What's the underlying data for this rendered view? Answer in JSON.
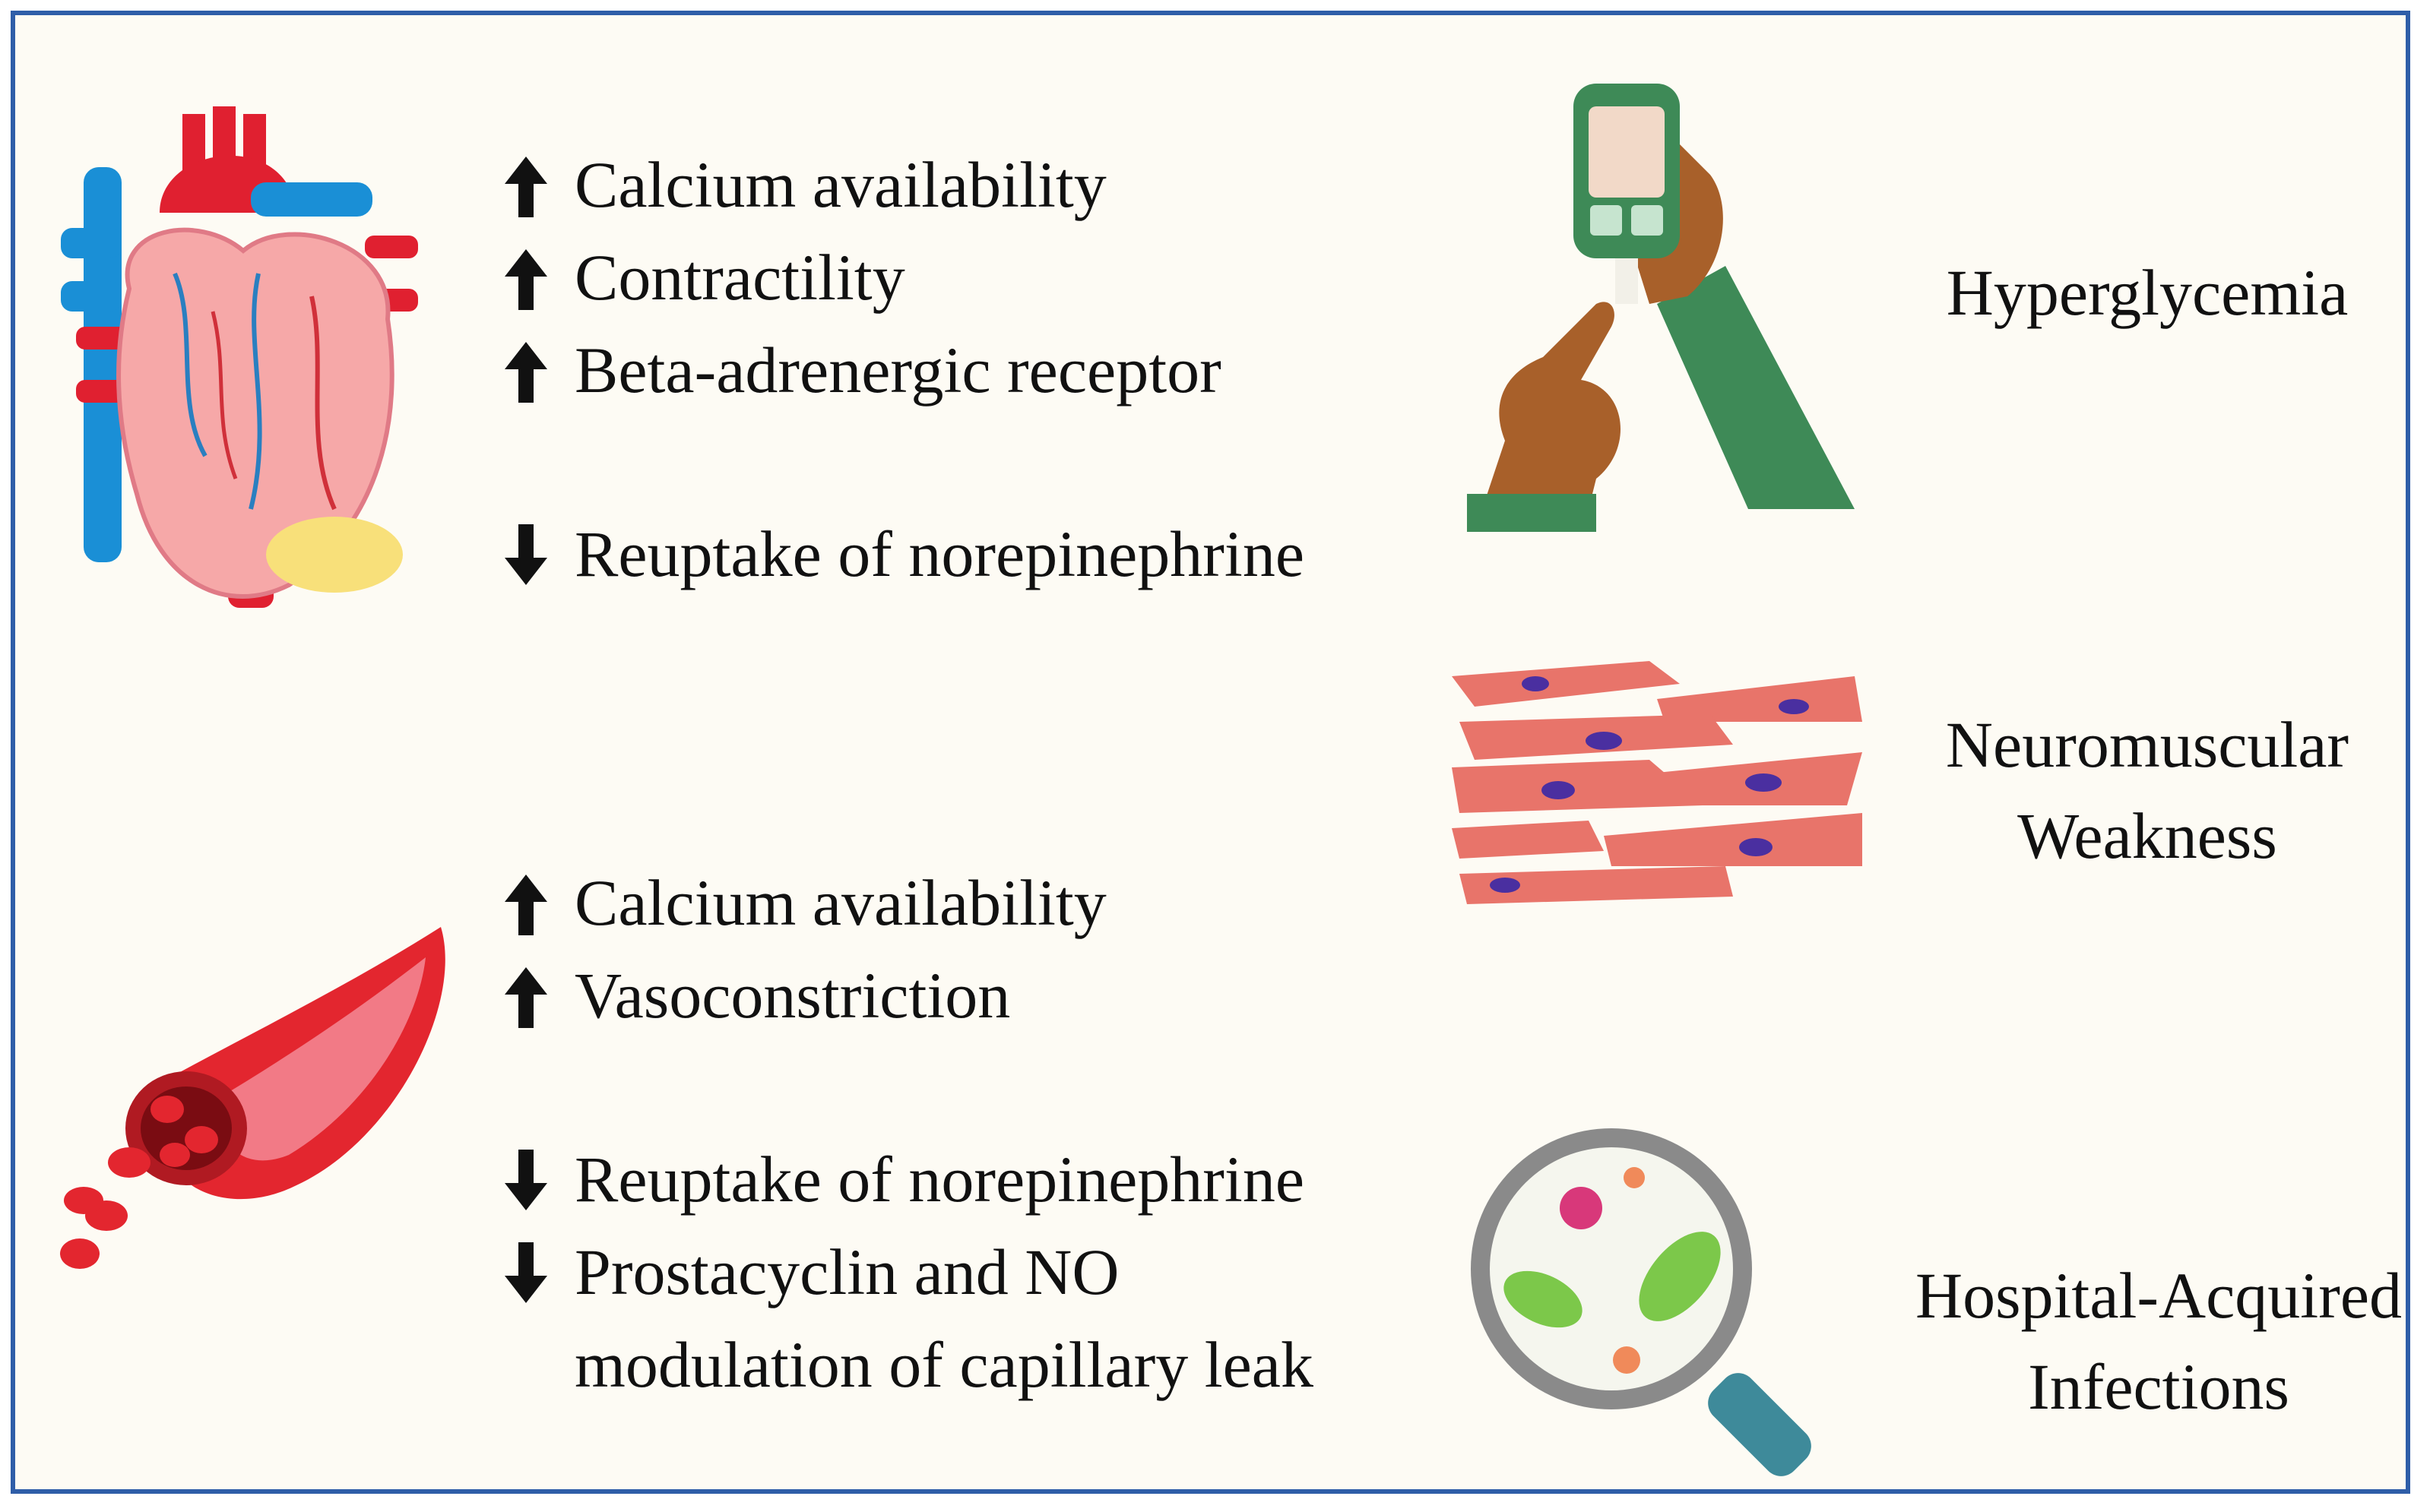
{
  "heart_effects": [
    {
      "direction": "up",
      "text": "Calcium availability"
    },
    {
      "direction": "up",
      "text": "Contractility"
    },
    {
      "direction": "up",
      "text": "Beta-adrenergic receptor"
    },
    {
      "direction": "down",
      "text": "Reuptake of norepinephrine"
    }
  ],
  "vessel_effects": [
    {
      "direction": "up",
      "text": "Calcium availability"
    },
    {
      "direction": "up",
      "text": "Vasoconstriction"
    },
    {
      "direction": "down",
      "text": "Reuptake of norepinephrine"
    },
    {
      "direction": "down",
      "text": "Prostacyclin and NO",
      "text2": "modulation of capillary leak"
    }
  ],
  "adverse_effects": {
    "hyperglycemia": "Hyperglycemia",
    "neuromuscular_line1": "Neuromuscular",
    "neuromuscular_line2": "Weakness",
    "infections_line1": "Hospital-Acquired",
    "infections_line2": "Infections"
  },
  "colors": {
    "border": "#2f5ea8",
    "background": "#fdfbf4",
    "text": "#111111"
  },
  "icons": [
    "heart-icon",
    "blood-vessel-icon",
    "glucose-meter-icon",
    "muscle-fibers-icon",
    "magnifier-bacteria-icon",
    "arrow-up-icon",
    "arrow-down-icon"
  ]
}
